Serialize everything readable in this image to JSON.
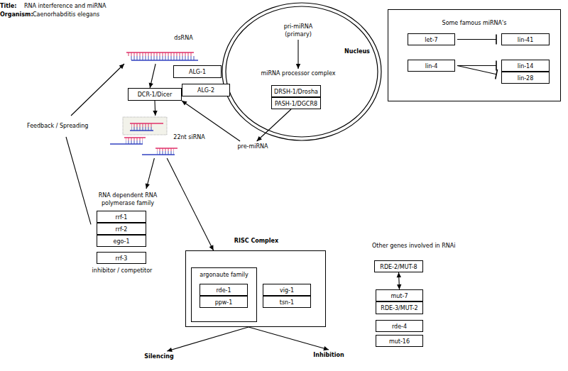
{
  "diagram": {
    "title": "RNA interference and miRNA",
    "nodes": [
      {
        "text": [
          "Nucleus"
        ]
      },
      {
        "text": [
          "pri-miRNA (primary)"
        ],
        "in": 0
      },
      {
        "text": [
          "miRNA processor complex"
        ],
        "in": 0
      },
      {
        "text": [
          "DRSH-1/Drosha"
        ],
        "in": 2
      },
      {
        "text": [
          "PASH-1/DGCR8"
        ],
        "in": 2
      },
      {
        "text": [
          "Some famous miRNA's"
        ]
      },
      {
        "text": [
          "let-7"
        ],
        "in": 5
      },
      {
        "text": [
          "lin-41"
        ],
        "in": 5
      },
      {
        "text": [
          "lin-4"
        ],
        "in": 5
      },
      {
        "text": [
          "lin-14"
        ],
        "in": 5
      },
      {
        "text": [
          "lin-28"
        ],
        "in": 5
      },
      {
        "text": [
          "dsRNA"
        ]
      },
      {
        "text": [
          "ALG-1"
        ]
      },
      {
        "text": [
          "ALG-2"
        ]
      },
      {
        "text": [
          "DCR-1/Dicer"
        ]
      },
      {
        "text": [
          "22nt siRNA"
        ]
      },
      {
        "text": [
          "pre-miRNA"
        ]
      },
      {
        "text": [
          "RNA dependent RNA polymerase family"
        ]
      },
      {
        "text": [
          "rrf-1"
        ],
        "in": 17
      },
      {
        "text": [
          "rrf-2"
        ],
        "in": 17
      },
      {
        "text": [
          "ego-1"
        ],
        "in": 17
      },
      {
        "text": [
          "rrf-3",
          "inhibitor / competitor"
        ]
      },
      {
        "text": [
          "RISC Complex"
        ]
      },
      {
        "text": [
          "argonaute family"
        ],
        "in": 22
      },
      {
        "text": [
          "rde-1"
        ],
        "in": 23
      },
      {
        "text": [
          "ppw-1"
        ],
        "in": 23
      },
      {
        "text": [
          "vig-1"
        ],
        "in": 22
      },
      {
        "text": [
          "tsn-1"
        ],
        "in": 22
      },
      {
        "text": [
          "RDE-2/MUT-8"
        ]
      },
      {
        "text": [
          "mut-7"
        ]
      },
      {
        "text": [
          "RDE-3/MUT-2"
        ]
      },
      {
        "text": [
          "rde-4"
        ]
      },
      {
        "text": [
          "mut-16"
        ]
      },
      {
        "text": [
          "Silencing"
        ]
      },
      {
        "text": [
          "Inhibition"
        ]
      }
    ],
    "edges": [
      {
        "from": 1,
        "to": 2,
        "arrow": "to"
      },
      {
        "from": 4,
        "to": 16,
        "arrow": "to"
      },
      {
        "from": 16,
        "to": 14,
        "arrow": "to"
      },
      {
        "from": 11,
        "to": 14,
        "arrow": "to"
      },
      {
        "from": 14,
        "to": 15,
        "arrow": "to"
      },
      {
        "from": 15,
        "to": 17,
        "arrow": "to"
      },
      {
        "from": 15,
        "to": 22,
        "arrow": "to"
      },
      {
        "from": 17,
        "to": 11,
        "label": "Feedback / Spreading",
        "arrow": "to"
      },
      {
        "from": 22,
        "to": 33,
        "arrow": "to"
      },
      {
        "from": 22,
        "to": 34,
        "arrow": "to"
      },
      {
        "from": 6,
        "to": 7,
        "arrow": "to"
      },
      {
        "from": 8,
        "to": 9,
        "arrow": "to"
      },
      {
        "from": 8,
        "to": 10,
        "arrow": "to"
      },
      {
        "from": 28,
        "to": 29,
        "arrow": "both"
      }
    ],
    "labels": [
      "Title:",
      "Organism:",
      "Caenorhabditis elegans",
      "Other genes involved in RNAi"
    ]
  }
}
